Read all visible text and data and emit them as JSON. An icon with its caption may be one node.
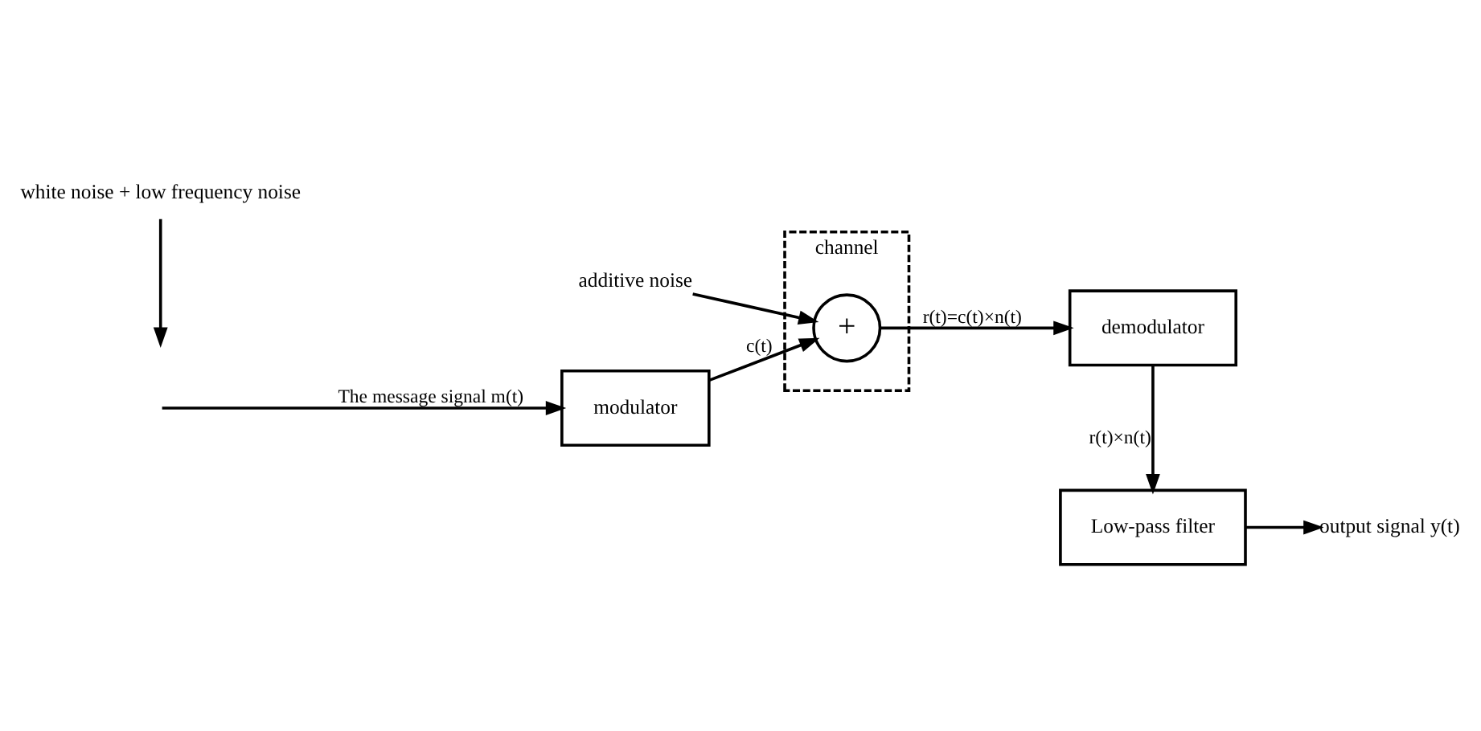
{
  "diagram": {
    "nodes": [
      {
        "text": [
          "modulator"
        ]
      },
      {
        "text": [
          "channel"
        ]
      },
      {
        "text": [
          "+"
        ],
        "in": 1
      },
      {
        "text": [
          "white noise + low frequency noise"
        ]
      },
      {
        "text": [
          "demodulator"
        ]
      },
      {
        "text": [
          "additive noise"
        ]
      },
      {
        "text": [
          "Low-pass filter"
        ]
      },
      {
        "text": [
          "output signal y(t)"
        ]
      }
    ],
    "edges": [
      {
        "from": null,
        "to": 0,
        "arrow": "to",
        "label": "The message signal m(t)"
      },
      {
        "from": 0,
        "to": 2,
        "arrow": "to",
        "label": "c(t)"
      },
      {
        "from": 2,
        "to": 4,
        "arrow": "to",
        "label": "r(t)=c(t)×n(t)"
      },
      {
        "from": 3,
        "to": null,
        "arrow": "to"
      },
      {
        "from": 5,
        "to": 2,
        "arrow": "to"
      },
      {
        "from": 4,
        "to": 6,
        "arrow": "to",
        "label": "r(t)×n(t)"
      },
      {
        "from": 6,
        "to": 7,
        "arrow": "to"
      }
    ]
  }
}
